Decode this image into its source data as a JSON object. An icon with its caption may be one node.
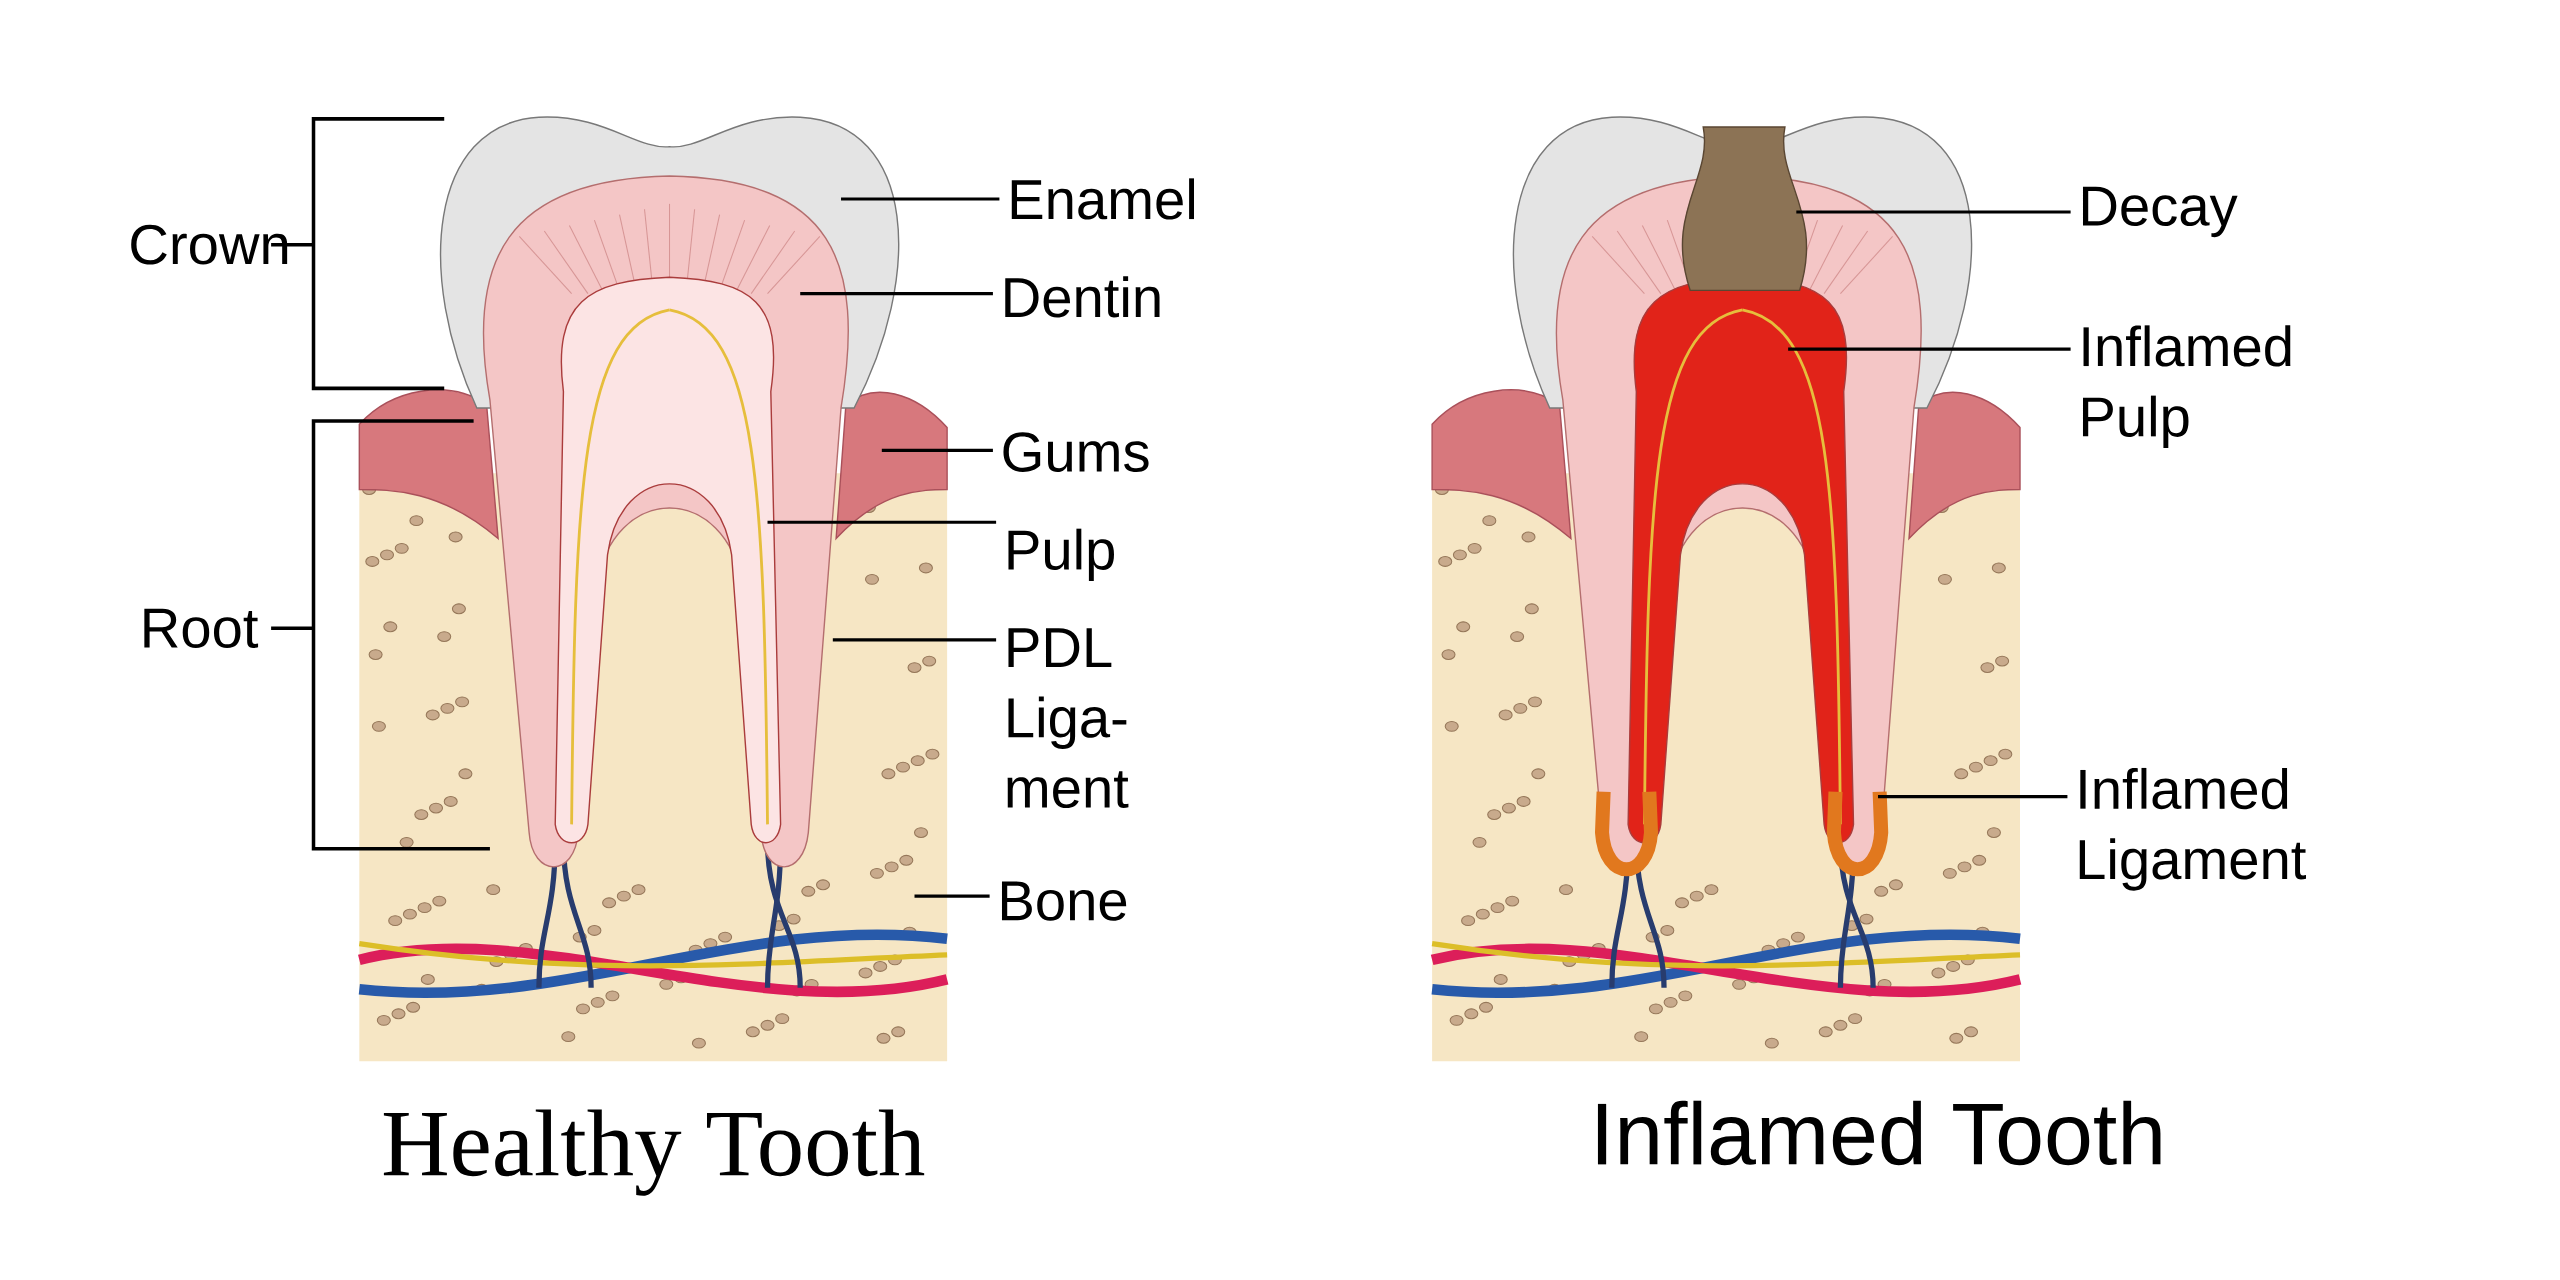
{
  "diagram": {
    "nodes": [
      {
        "text": [
          "Enamel"
        ]
      },
      {
        "text": [
          "Dentin"
        ]
      },
      {
        "text": [
          "Gums"
        ]
      },
      {
        "text": [
          "Pulp"
        ]
      },
      {
        "text": [
          "PDL Liga- ment"
        ]
      },
      {
        "text": [
          "Bone"
        ]
      },
      {
        "text": [
          "Decay"
        ]
      },
      {
        "text": [
          "Inflamed Pulp"
        ]
      },
      {
        "text": [
          "Inflamed Ligament"
        ]
      }
    ],
    "edges": [
      {
        "from": 0,
        "to": null,
        "arrow": "none"
      },
      {
        "from": 1,
        "to": null,
        "arrow": "none"
      },
      {
        "from": 2,
        "to": null,
        "arrow": "none"
      },
      {
        "from": 3,
        "to": null,
        "arrow": "none"
      },
      {
        "from": 4,
        "to": null,
        "arrow": "none"
      },
      {
        "from": 5,
        "to": null,
        "arrow": "none"
      },
      {
        "from": 6,
        "to": null,
        "arrow": "none"
      },
      {
        "from": 7,
        "to": null,
        "arrow": "none"
      },
      {
        "from": 8,
        "to": null,
        "arrow": "none"
      }
    ],
    "labels": [
      "Crown",
      "Root",
      "Healthy Tooth",
      "Inflamed Tooth"
    ]
  }
}
